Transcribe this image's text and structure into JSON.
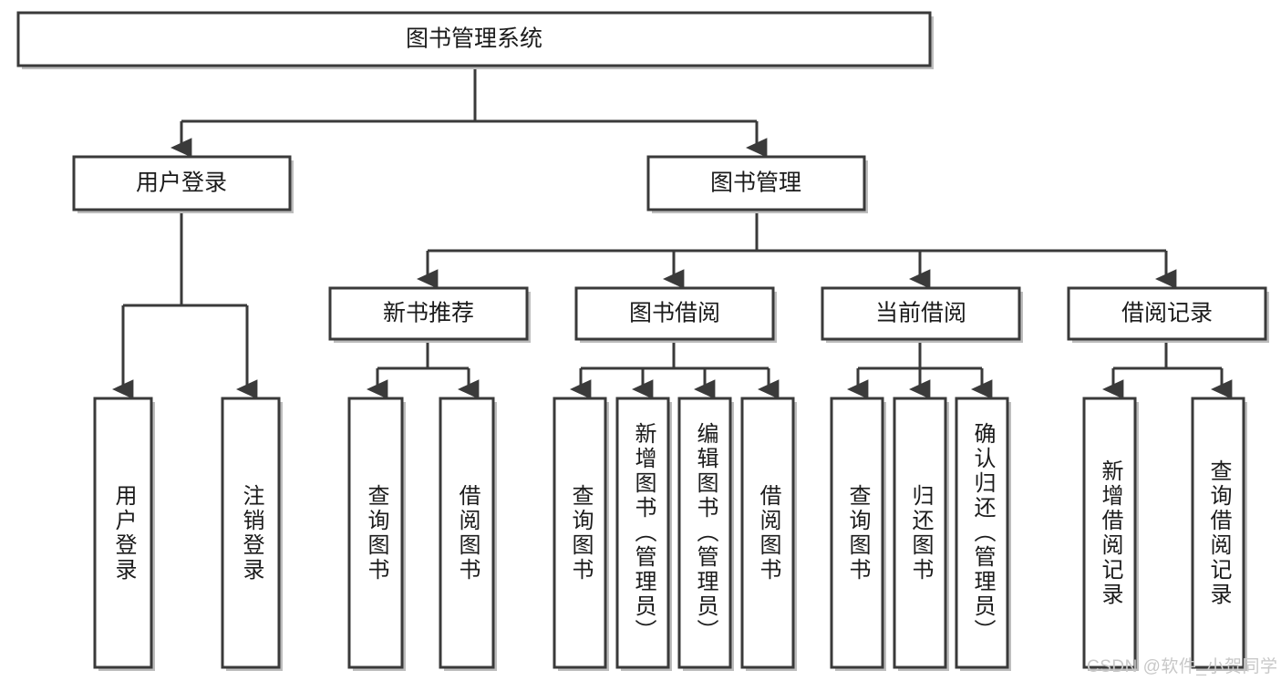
{
  "diagram": {
    "title_node": {
      "label": "图书管理系统",
      "orientation": "horizontal"
    },
    "level2": [
      {
        "label": "用户登录",
        "orientation": "horizontal"
      },
      {
        "label": "图书管理",
        "orientation": "horizontal"
      }
    ],
    "level3": [
      {
        "label": "新书推荐",
        "orientation": "horizontal"
      },
      {
        "label": "图书借阅",
        "orientation": "horizontal"
      },
      {
        "label": "当前借阅",
        "orientation": "horizontal"
      },
      {
        "label": "借阅记录",
        "orientation": "horizontal"
      }
    ],
    "leaves": [
      {
        "label": "用户登录",
        "parent": "用户登录",
        "orientation": "vertical"
      },
      {
        "label": "注销登录",
        "parent": "用户登录",
        "orientation": "vertical"
      },
      {
        "label": "查询图书",
        "parent": "新书推荐",
        "orientation": "vertical"
      },
      {
        "label": "借阅图书",
        "parent": "新书推荐",
        "orientation": "vertical"
      },
      {
        "label": "查询图书",
        "parent": "图书借阅",
        "orientation": "vertical"
      },
      {
        "label": "新增图书（管理员）",
        "parent": "图书借阅",
        "orientation": "vertical"
      },
      {
        "label": "编辑图书（管理员）",
        "parent": "图书借阅",
        "orientation": "vertical"
      },
      {
        "label": "借阅图书",
        "parent": "图书借阅",
        "orientation": "vertical"
      },
      {
        "label": "查询图书",
        "parent": "当前借阅",
        "orientation": "vertical"
      },
      {
        "label": "归还图书",
        "parent": "当前借阅",
        "orientation": "vertical"
      },
      {
        "label": "确认归还（管理员）",
        "parent": "当前借阅",
        "orientation": "vertical"
      },
      {
        "label": "新增借阅记录",
        "parent": "借阅记录",
        "orientation": "vertical"
      },
      {
        "label": "查询借阅记录",
        "parent": "借阅记录",
        "orientation": "vertical"
      }
    ],
    "watermark": "CSDN @软件_小贺同学",
    "colors": {
      "stroke": "#3a3a3a",
      "text": "#1b1b1b",
      "background": "#ffffff",
      "watermark": "#c8c8c8"
    }
  }
}
